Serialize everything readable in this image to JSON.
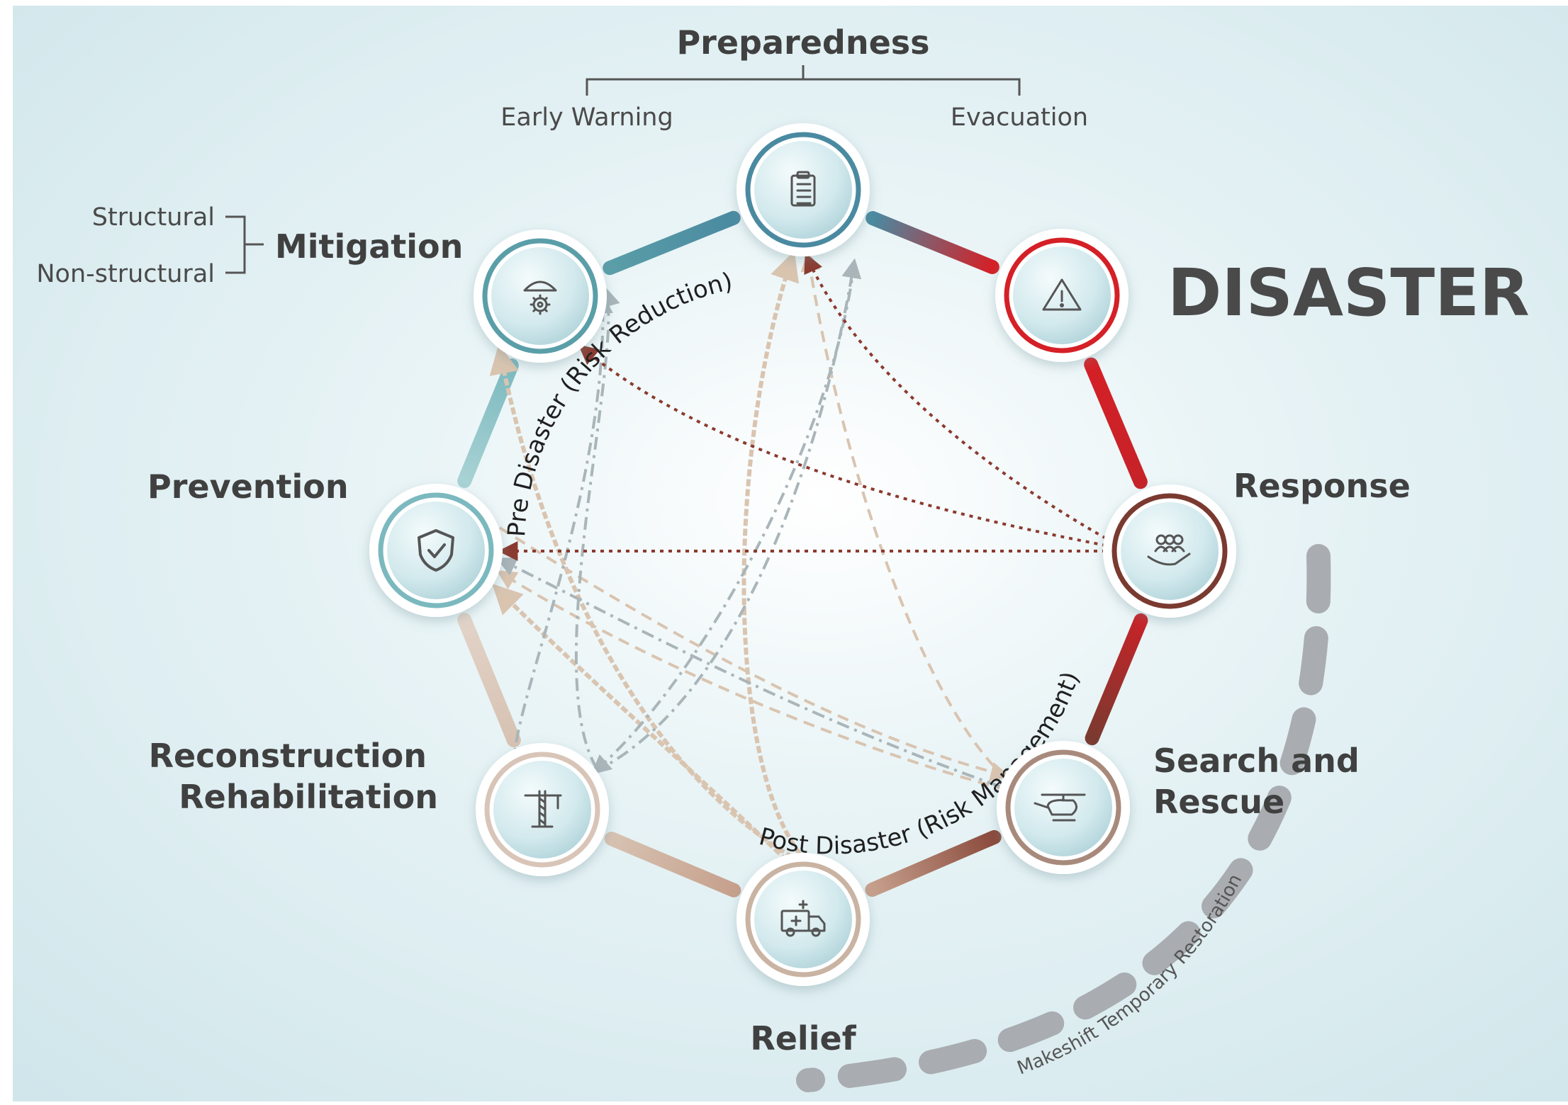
{
  "title": "DISASTER",
  "stages": [
    {
      "id": "preparedness",
      "label": "Preparedness",
      "icon": "clipboard-checklist-icon",
      "color": "#4a8aa1"
    },
    {
      "id": "disaster",
      "label": "DISASTER",
      "icon": "warning-triangle-icon",
      "color": "#d42026"
    },
    {
      "id": "response",
      "label": "Response",
      "icon": "helping-hand-people-icon",
      "color": "#7a3a30"
    },
    {
      "id": "search-and-rescue",
      "label": [
        "Search and",
        "Rescue"
      ],
      "icon": "helicopter-icon",
      "color": "#a88a7c"
    },
    {
      "id": "relief",
      "label": "Relief",
      "icon": "ambulance-icon",
      "color": "#c9b3a2"
    },
    {
      "id": "reconstruction-rehabilitation",
      "label": [
        "Reconstruction",
        "Rehabilitation"
      ],
      "icon": "crane-icon",
      "color": "#d8c5b8"
    },
    {
      "id": "prevention",
      "label": "Prevention",
      "icon": "shield-check-icon",
      "color": "#7bb9bf"
    },
    {
      "id": "mitigation",
      "label": "Mitigation",
      "icon": "umbrella-gear-icon",
      "color": "#5a9ea8"
    }
  ],
  "preparedness_branches": [
    "Early Warning",
    "Evacuation"
  ],
  "mitigation_branches": [
    "Structural",
    "Non-structural"
  ],
  "arc_labels": {
    "pre": "Pre Disaster (Risk Reduction)",
    "post": "Post Disaster (Risk Management)",
    "restoration": "Makeshift Temporary Restoration"
  },
  "colors": {
    "background": "#d6ebef",
    "text_dark": "#404040",
    "disaster_red": "#d42026",
    "response_brown": "#7a3a30",
    "arrow_tan": "#d9c4b0",
    "arrow_gray": "#a9b5b9",
    "arrow_dark": "#8b3a2f",
    "restoration_dash": "#a9acb0"
  }
}
